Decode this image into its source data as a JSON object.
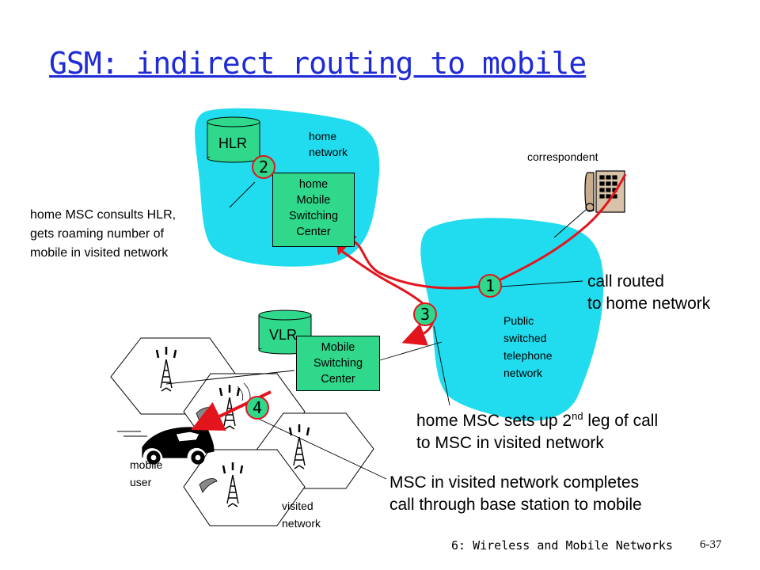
{
  "title": "GSM: indirect routing to mobile",
  "regions": {
    "home_network": "home\nnetwork",
    "pstn": "Public\nswitched\ntelephone\nnetwork",
    "visited_network": "visited\nnetwork"
  },
  "nodes": {
    "hlr": "HLR",
    "vlr": "VLR",
    "home_msc": "home\nMobile\nSwitching\nCenter",
    "visited_msc": "Mobile\nSwitching\nCenter",
    "correspondent": "correspondent",
    "mobile_user": "mobile\nuser"
  },
  "steps": [
    {
      "number": "1",
      "text": "call routed\nto home network"
    },
    {
      "number": "2",
      "text": "home MSC consults HLR,\ngets roaming number of\nmobile in visited network"
    },
    {
      "number": "3",
      "text": "home MSC sets up 2nd leg of call\nto MSC in visited network"
    },
    {
      "number": "4",
      "text": "MSC in visited network completes\ncall through base station to mobile"
    }
  ],
  "step3": {
    "pre": "home MSC sets up 2",
    "sup": "nd",
    "post": " leg of call",
    "line2": "to MSC in visited network"
  },
  "footer": {
    "course": "6: Wireless and Mobile Networks",
    "page": "6-37"
  },
  "colors": {
    "network_fill": "#21dcee",
    "node_fill": "#2fd88a",
    "route": "#e3141c",
    "title": "#1f2bd6"
  }
}
